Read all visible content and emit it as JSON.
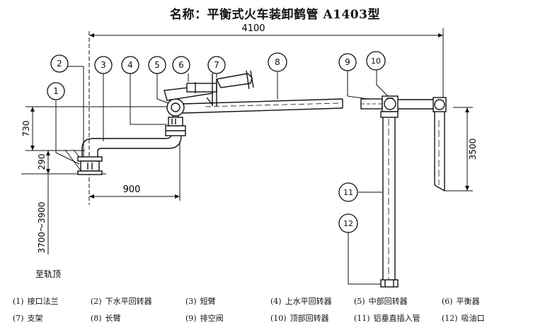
{
  "title": "名称：平衡式火车装卸鹤管  A1403型",
  "dimensions": {
    "overall_span": "4100",
    "arm_reach": "900",
    "height_730": "730",
    "height_290": "290",
    "height_3500": "3500",
    "rail_range": "3700～3900",
    "rail_top_label": "至轨顶"
  },
  "callouts": [
    "1",
    "2",
    "3",
    "4",
    "5",
    "6",
    "7",
    "8",
    "9",
    "10",
    "11",
    "12"
  ],
  "legend": [
    {
      "num": "(1)",
      "label": "接口法兰"
    },
    {
      "num": "(2)",
      "label": "下水平回转器"
    },
    {
      "num": "(3)",
      "label": "短臂"
    },
    {
      "num": "(4)",
      "label": "上水平回转器"
    },
    {
      "num": "(5)",
      "label": "中部回转器"
    },
    {
      "num": "(6)",
      "label": "平衡器"
    },
    {
      "num": "(7)",
      "label": "支架"
    },
    {
      "num": "(8)",
      "label": "长臂"
    },
    {
      "num": "(9)",
      "label": "排空阀"
    },
    {
      "num": "(10)",
      "label": "顶部回转器"
    },
    {
      "num": "(11)",
      "label": "铝垂直插入管"
    },
    {
      "num": "(12)",
      "label": "吸油口"
    }
  ]
}
